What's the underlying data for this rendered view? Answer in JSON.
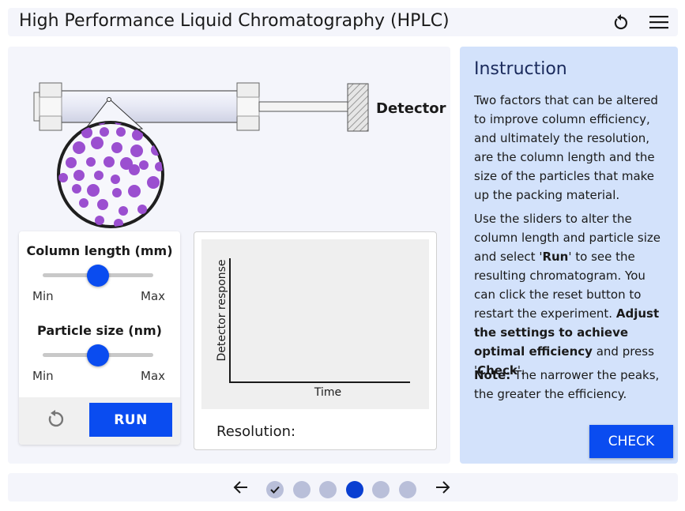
{
  "header": {
    "title": "High Performance Liquid Chromatography (HPLC)"
  },
  "apparatus": {
    "detector_label": "Detector"
  },
  "controls": {
    "column_length": {
      "label": "Column length (mm)",
      "min_label": "Min",
      "max_label": "Max",
      "value": 0.5
    },
    "particle_size": {
      "label": "Particle size (nm)",
      "min_label": "Min",
      "max_label": "Max",
      "value": 0.5
    },
    "run_label": "RUN"
  },
  "graph": {
    "ylabel": "Detector response",
    "xlabel": "Time",
    "resolution_label": "Resolution:"
  },
  "instruction": {
    "title": "Instruction",
    "p1": "Two factors that can be altered to improve column efficiency, and ultimately the resolution, are the column length and the size of the particles that make up the packing material.",
    "p2_a": "Use the sliders to alter the column length and particle size and select '",
    "p2_run": "Run",
    "p2_b": "' to see the resulting chromatogram. You can click the reset button to restart the experiment. ",
    "p2_bold": "Adjust the settings to achieve optimal efficiency",
    "p2_c": " and press '",
    "p2_check": "Check",
    "p2_d": "'.",
    "note_label": "Note:",
    "note_text": " The narrower the peaks, the greater the efficiency.",
    "check_label": "CHECK"
  },
  "navigation": {
    "pages": [
      {
        "state": "done"
      },
      {
        "state": "pending"
      },
      {
        "state": "pending"
      },
      {
        "state": "current"
      },
      {
        "state": "pending"
      },
      {
        "state": "pending"
      }
    ]
  },
  "colors": {
    "accent": "#0a4cf0",
    "instruction_bg": "#d3e2fb",
    "particle": "#9b4fd0"
  }
}
